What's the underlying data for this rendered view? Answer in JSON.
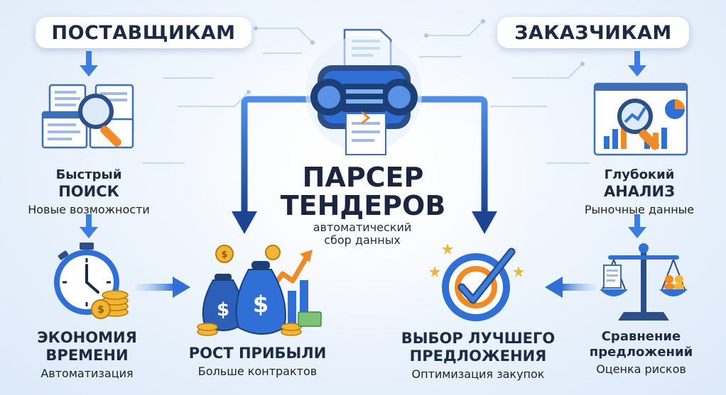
{
  "suppliers": {
    "header": "ПОСТАВЩИКАМ",
    "fast_search": {
      "line1": "Быстрый",
      "line2": "ПОИСК",
      "sub": "Новые возможности"
    },
    "time_saving": {
      "line1": "ЭКОНОМИЯ",
      "line2": "ВРЕМЕНИ",
      "sub": "Автоматизация"
    }
  },
  "customers": {
    "header": "ЗАКАЗЧИКАМ",
    "deep_analysis": {
      "line1": "Глубокий",
      "line2": "АНАЛИЗ",
      "sub": "Рыночные данные"
    },
    "comparison": {
      "line1": "Сравнение",
      "line2": "предложений",
      "sub": "Оценка рисков"
    }
  },
  "center": {
    "title1": "ПАРСЕР",
    "title2": "ТЕНДЕРОВ",
    "sub1": "автоматический",
    "sub2": "сбор данных"
  },
  "profit": {
    "title": "РОСТ ПРИБЫЛИ",
    "sub": "Больше контрактов"
  },
  "best_offer": {
    "line1": "ВЫБОР ЛУЧШЕГО",
    "line2": "ПРЕДЛОЖЕНИЯ",
    "sub": "Оптимизация закупок"
  },
  "icons": {
    "money": "$"
  },
  "colors": {
    "accent": "#2f6fd6",
    "arrow": "#1f4f9c",
    "dark_text": "#1d2a44",
    "gold": "#f2b632",
    "orange": "#f08a24"
  }
}
